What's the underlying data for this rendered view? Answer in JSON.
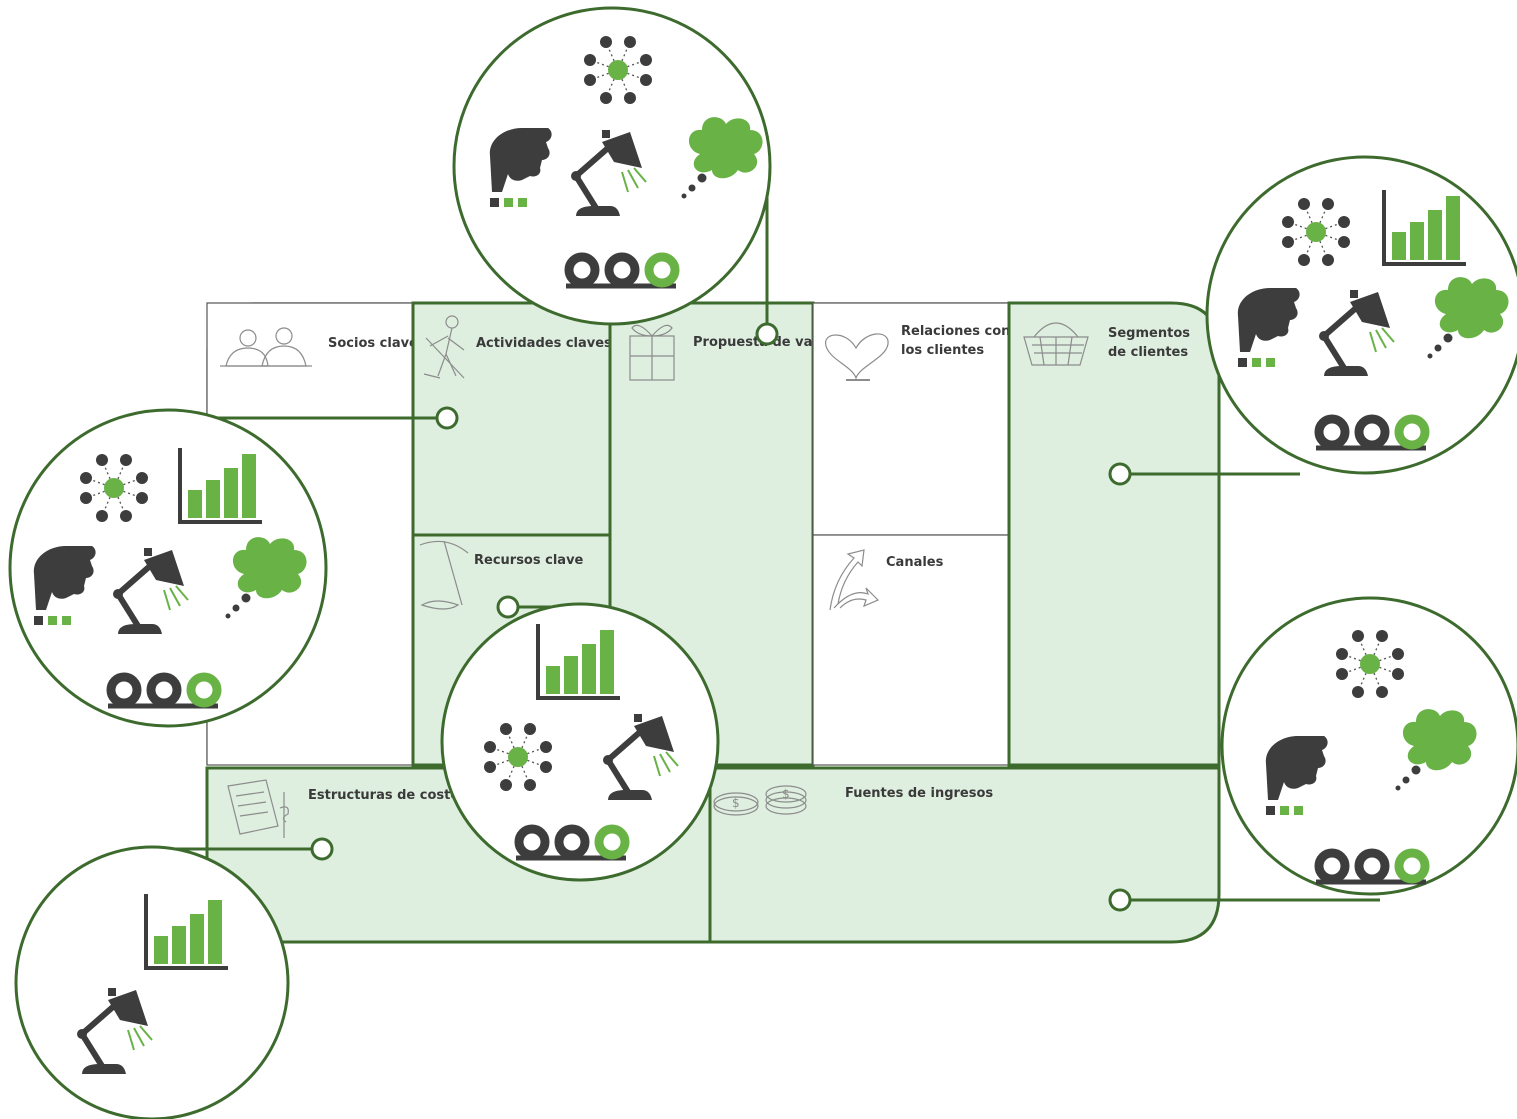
{
  "canvas": {
    "title": "",
    "colors": {
      "frame": "#3d6b2e",
      "fill": "#deeedf",
      "outline": "#555555",
      "dark_icon": "#3d3d3d",
      "accent_green": "#68b246",
      "sketch": "#8c8c8c"
    },
    "blocks": {
      "socios": {
        "label_lines": [
          "Socios claves"
        ],
        "highlighted": false,
        "icon": "partners-sketch-icon"
      },
      "actividades": {
        "label_lines": [
          "Actividades claves"
        ],
        "highlighted": true,
        "icon": "worker-sketch-icon"
      },
      "recursos": {
        "label_lines": [
          "Recursos clave"
        ],
        "highlighted": true,
        "icon": "pickaxe-sketch-icon"
      },
      "propuesta": {
        "label_lines": [
          "Propuesta de valor"
        ],
        "highlighted": true,
        "icon": "gift-sketch-icon"
      },
      "relaciones": {
        "label_lines": [
          "Relaciones con",
          "los clientes"
        ],
        "highlighted": false,
        "icon": "heart-sketch-icon"
      },
      "canales": {
        "label_lines": [
          "Canales"
        ],
        "highlighted": false,
        "icon": "arrows-sketch-icon"
      },
      "segmentos": {
        "label_lines": [
          "Segmentos",
          "de clientes"
        ],
        "highlighted": true,
        "icon": "basket-sketch-icon"
      },
      "costos": {
        "label_lines": [
          "Estructuras de costos"
        ],
        "highlighted": true,
        "icon": "receipt-sketch-icon"
      },
      "ingresos": {
        "label_lines": [
          "Fuentes de ingresos"
        ],
        "highlighted": true,
        "icon": "coins-sketch-icon"
      }
    }
  },
  "callouts": [
    {
      "id": "propuesta",
      "icons": [
        "network-icon",
        "pointing-hand-icon",
        "desk-lamp-icon",
        "thought-cloud-icon",
        "chain-links-icon"
      ]
    },
    {
      "id": "segmentos",
      "icons": [
        "network-icon",
        "bar-chart-icon",
        "pointing-hand-icon",
        "desk-lamp-icon",
        "thought-cloud-icon",
        "chain-links-icon"
      ]
    },
    {
      "id": "actividades",
      "icons": [
        "network-icon",
        "bar-chart-icon",
        "pointing-hand-icon",
        "desk-lamp-icon",
        "thought-cloud-icon",
        "chain-links-icon"
      ]
    },
    {
      "id": "recursos",
      "icons": [
        "bar-chart-icon",
        "network-icon",
        "desk-lamp-icon",
        "chain-links-icon"
      ]
    },
    {
      "id": "ingresos",
      "icons": [
        "network-icon",
        "pointing-hand-icon",
        "thought-cloud-icon",
        "chain-links-icon"
      ]
    },
    {
      "id": "costos",
      "icons": [
        "bar-chart-icon",
        "desk-lamp-icon"
      ]
    }
  ]
}
